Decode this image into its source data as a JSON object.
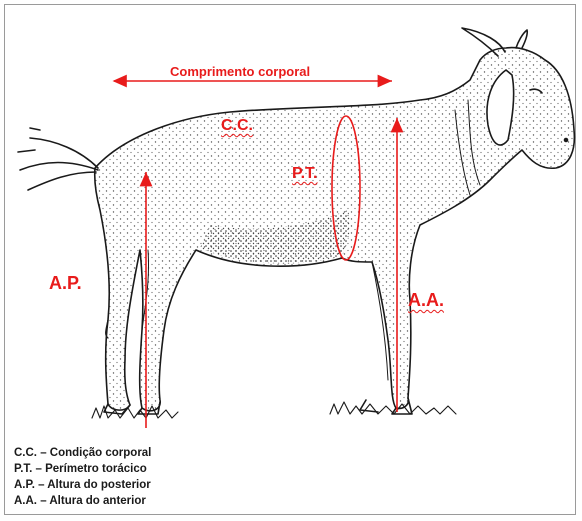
{
  "labels": {
    "comprimento": "Comprimento corporal",
    "cc": "C.C.",
    "pt": "P.T.",
    "ap": "A.P.",
    "aa": "A.A."
  },
  "legend": [
    "C.C. – Condição corporal",
    "P.T. – Perímetro torácico",
    "A.P. – Altura do posterior",
    "A.A. – Altura do anterior"
  ],
  "colors": {
    "measure": "#e81b1b",
    "ink": "#1a1a1a",
    "border": "#9a9a9a"
  }
}
